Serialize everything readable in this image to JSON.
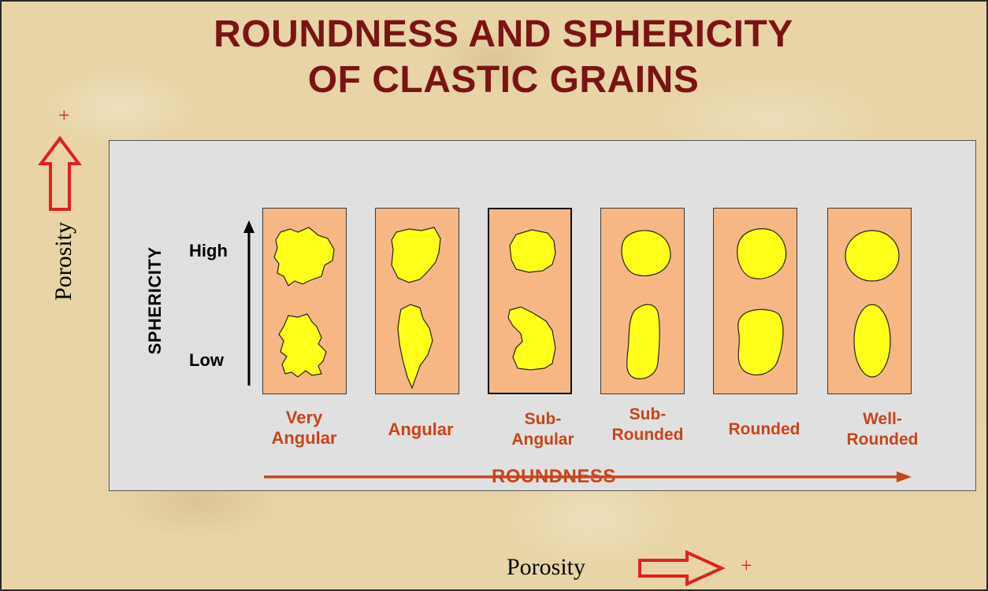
{
  "title": {
    "line1": "ROUNDNESS AND SPHERICITY",
    "line2": "OF CLASTIC GRAINS"
  },
  "sphericity_axis": {
    "label": "SPHERICITY",
    "high": "High",
    "low": "Low"
  },
  "roundness_axis": {
    "label": "ROUNDNESS"
  },
  "classes": [
    {
      "line1": "Very",
      "line2": "Angular"
    },
    {
      "line1": "Angular",
      "line2": ""
    },
    {
      "line1": "Sub-",
      "line2": "Angular"
    },
    {
      "line1": "Sub-",
      "line2": "Rounded"
    },
    {
      "line1": "Rounded",
      "line2": ""
    },
    {
      "line1": "Well-",
      "line2": "Rounded"
    }
  ],
  "annotations": {
    "porosity_bottom": "Porosity",
    "porosity_left": "Porosity",
    "plus_bottom": "+",
    "plus_left": "+"
  },
  "icons": {
    "porosity_arrow_right": "red-hollow-arrow-right-icon",
    "porosity_arrow_up": "red-hollow-arrow-up-icon"
  },
  "colors": {
    "title": "#7a1414",
    "class_label": "#c8441c",
    "grain_fill": "#ffff1a",
    "box_fill": "#f7b785",
    "panel": "#e0e0e0",
    "arrow_red": "#e02020"
  }
}
